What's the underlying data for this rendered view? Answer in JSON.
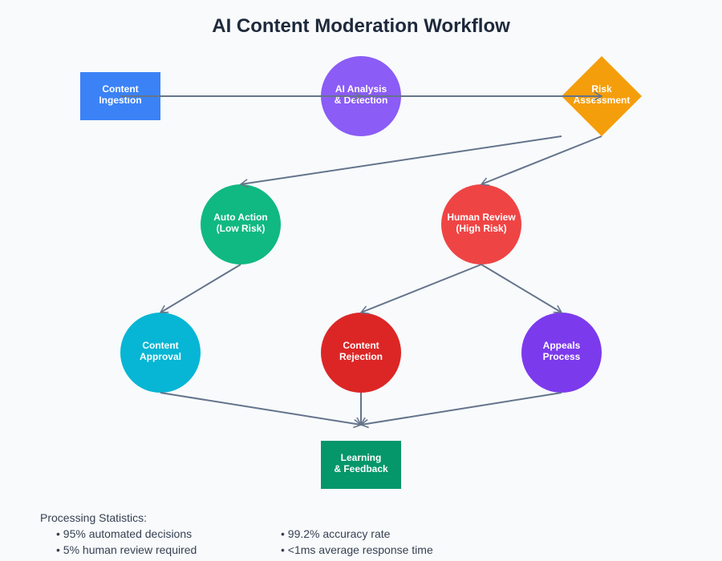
{
  "title": "AI Content Moderation Workflow",
  "colors": {
    "background": "#f8fafc",
    "edge": "#64748b",
    "title": "#1e293b",
    "text": "#374151"
  },
  "nodes": [
    {
      "id": "ingestion",
      "shape": "rect",
      "lines": [
        "Content",
        "Ingestion"
      ],
      "color": "#3b82f6"
    },
    {
      "id": "analysis",
      "shape": "circle",
      "lines": [
        "AI Analysis",
        "& Detection"
      ],
      "color": "#8b5cf6"
    },
    {
      "id": "risk",
      "shape": "diamond",
      "lines": [
        "Risk",
        "Assessment"
      ],
      "color": "#f59e0b"
    },
    {
      "id": "auto",
      "shape": "circle",
      "lines": [
        "Auto Action",
        "(Low Risk)"
      ],
      "color": "#10b981"
    },
    {
      "id": "human",
      "shape": "circle",
      "lines": [
        "Human Review",
        "(High Risk)"
      ],
      "color": "#ef4444"
    },
    {
      "id": "approval",
      "shape": "circle",
      "lines": [
        "Content",
        "Approval"
      ],
      "color": "#06b6d4"
    },
    {
      "id": "rejection",
      "shape": "circle",
      "lines": [
        "Content",
        "Rejection"
      ],
      "color": "#dc2626"
    },
    {
      "id": "appeals",
      "shape": "circle",
      "lines": [
        "Appeals",
        "Process"
      ],
      "color": "#7c3aed"
    },
    {
      "id": "learning",
      "shape": "rect",
      "lines": [
        "Learning",
        "& Feedback"
      ],
      "color": "#059669"
    }
  ],
  "edges": [
    {
      "from": "ingestion",
      "to": "analysis"
    },
    {
      "from": "analysis",
      "to": "risk"
    },
    {
      "from": "risk",
      "to": "auto"
    },
    {
      "from": "risk",
      "to": "human"
    },
    {
      "from": "auto",
      "to": "approval"
    },
    {
      "from": "human",
      "to": "rejection"
    },
    {
      "from": "human",
      "to": "appeals"
    },
    {
      "from": "approval",
      "to": "learning"
    },
    {
      "from": "rejection",
      "to": "learning"
    },
    {
      "from": "appeals",
      "to": "learning"
    }
  ],
  "stats": {
    "heading": "Processing Statistics:",
    "left": [
      "95% automated decisions",
      "5% human review required"
    ],
    "right": [
      "99.2% accuracy rate",
      "<1ms average response time"
    ]
  }
}
